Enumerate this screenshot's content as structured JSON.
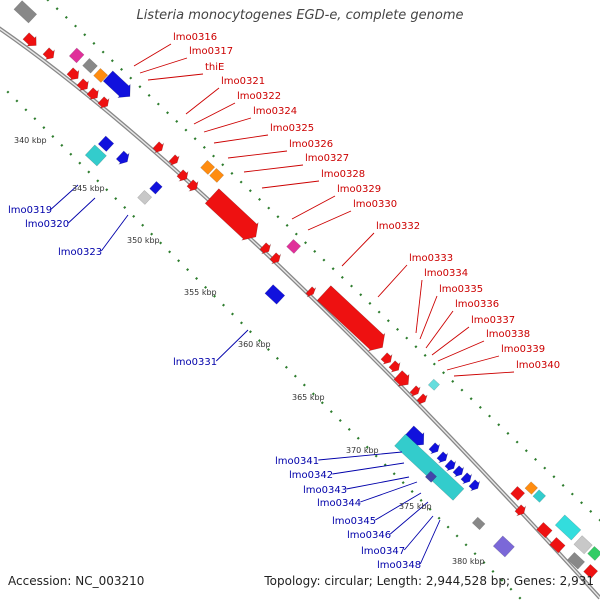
{
  "title": "Listeria monocytogenes EGD-e, complete genome",
  "footer": {
    "accession": "Accession: NC_003210",
    "summary": "Topology: circular; Length: 2,944,528 bp; Genes: 2,931"
  },
  "colors": {
    "forward_label": "#cc0000",
    "reverse_label": "#0000aa",
    "backbone": "#888888",
    "tick": "#2e7d2e",
    "forward_gene": "#ee1111",
    "reverse_gene": "#1111dd",
    "cyan_gene": "#33cccc",
    "grey_gene": "#888888",
    "magenta_gene": "#e0309a",
    "orange_gene": "#ff8c10",
    "light_grey_gene": "#c8c8c8",
    "purple_gene": "#7b68d8"
  },
  "kbp_labels": [
    "340 kbp",
    "345 kbp",
    "350 kbp",
    "355 kbp",
    "360 kbp",
    "365 kbp",
    "370 kbp",
    "375 kbp",
    "380 kbp"
  ],
  "forward_labels": [
    "lmo0316",
    "lmo0317",
    "thiE",
    "lmo0321",
    "lmo0322",
    "lmo0324",
    "lmo0325",
    "lmo0326",
    "lmo0327",
    "lmo0328",
    "lmo0329",
    "lmo0330",
    "lmo0332",
    "lmo0333",
    "lmo0334",
    "lmo0335",
    "lmo0336",
    "lmo0337",
    "lmo0338",
    "lmo0339",
    "lmo0340"
  ],
  "reverse_labels": [
    "lmo0319",
    "lmo0320",
    "lmo0323",
    "lmo0331",
    "lmo0341",
    "lmo0342",
    "lmo0343",
    "lmo0344",
    "lmo0345",
    "lmo0346",
    "lmo0347",
    "lmo0348"
  ]
}
